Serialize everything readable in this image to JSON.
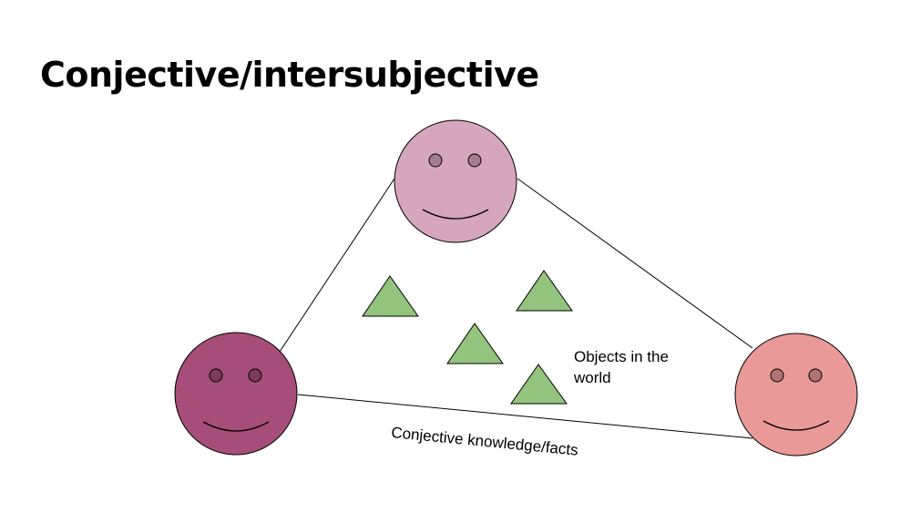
{
  "slide": {
    "title": "Conjective/intersubjective"
  },
  "diagram": {
    "objects_label_line1": "Objects in the",
    "objects_label_line2": "world",
    "edge_label": "Conjective knowledge/facts",
    "people": [
      {
        "name": "top-person",
        "color": "#d5a6bd",
        "eye_color": "#a67d90"
      },
      {
        "name": "left-person",
        "color": "#a64d79",
        "eye_color": "#7d3a5b"
      },
      {
        "name": "right-person",
        "color": "#ea9999",
        "eye_color": "#b07373"
      }
    ],
    "object_color": "#93c47d",
    "line_color": "#000000"
  }
}
